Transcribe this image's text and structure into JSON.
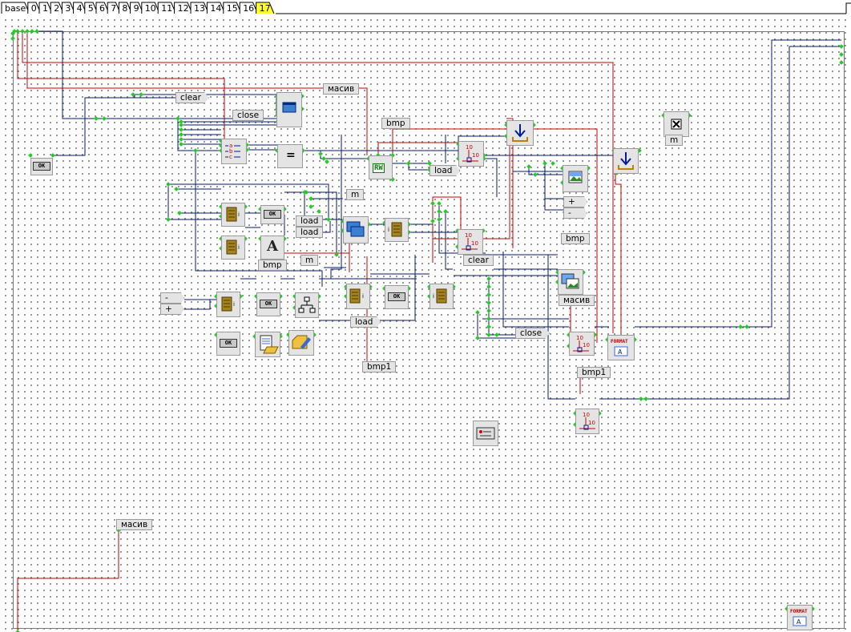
{
  "tabs": [
    "base",
    "0",
    "1",
    "2",
    "3",
    "4",
    "5",
    "6",
    "7",
    "8",
    "9",
    "10",
    "11",
    "12",
    "13",
    "14",
    "15",
    "16",
    "17"
  ],
  "active_tab": "17",
  "labels": {
    "clear_top": "clear",
    "close_top": "close",
    "masiv_top": "масив",
    "bmp_top": "bmp",
    "load_rw": "load",
    "m_1": "m",
    "load_1": "load",
    "load_2": "load",
    "m_2": "m",
    "bmp_mid": "bmp",
    "clear_right": "clear",
    "bmp_right": "bmp",
    "masiv_right": "масив",
    "close_right": "close",
    "load_bottom": "load",
    "bmp1_a": "bmp1",
    "bmp1_b": "bmp1",
    "m_far": "m",
    "masiv_bottom": "масив"
  },
  "component_text": {
    "ok": "OK",
    "format": "FORMAT",
    "equals": "=",
    "rw": "RW",
    "font_a": "A",
    "num": "10",
    "minus": "-",
    "plus": "+"
  },
  "colors": {
    "wire_blue": "#001a6e",
    "wire_red": "#c40000",
    "pin_green": "#22cc22",
    "tab_active": "#ffff33"
  }
}
